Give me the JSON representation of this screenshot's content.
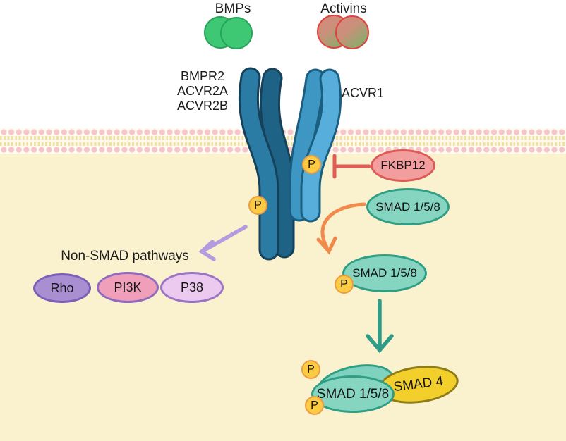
{
  "diagram": {
    "ligands": {
      "bmps": {
        "label": "BMPs"
      },
      "activins": {
        "label": "Activins"
      }
    },
    "receptors": {
      "type2": {
        "labels": [
          "BMPR2",
          "ACVR2A",
          "ACVR2B"
        ]
      },
      "type1": {
        "label": "ACVR1"
      }
    },
    "nodes": {
      "fkbp12": {
        "label": "FKBP12"
      },
      "smad158_cytoplasmic": {
        "label": "SMAD 1/5/8"
      },
      "smad158_phosphorylated": {
        "label": "SMAD 1/5/8"
      },
      "smad158_complex": {
        "label": "SMAD 1/5/8"
      },
      "smad4": {
        "label": "SMAD 4"
      },
      "phosphate": {
        "label": "P"
      },
      "non_smad_header": {
        "label": "Non-SMAD pathways"
      },
      "rho": {
        "label": "Rho"
      },
      "pi3k": {
        "label": "PI3K"
      },
      "p38": {
        "label": "P38"
      }
    },
    "colors": {
      "bmp_green": "#3EC874",
      "activin_red_outline": "#E2413D",
      "activin_green": "#7FB268",
      "receptor_type2_blue": "#2B7CA4",
      "receptor_type1_blue": "#58AEDA",
      "membrane_pink": "#F6C6CB",
      "cytoplasm_yellow": "#FAF1CF",
      "smad_teal": "#85D5C0",
      "smad4_yellow": "#F2CF2A",
      "fkbp12_pink": "#F29E9E",
      "phosphate_yellow": "#FBCB43",
      "inhibition_red": "#E25B55",
      "arrow_orange": "#F08B4B",
      "arrow_purple": "#B49BE0",
      "arrow_teal": "#2F9C87",
      "rho_purple": "#A98FD2",
      "pi3k_pink": "#F09FBB",
      "p38_lavender": "#ECCAF0"
    }
  }
}
